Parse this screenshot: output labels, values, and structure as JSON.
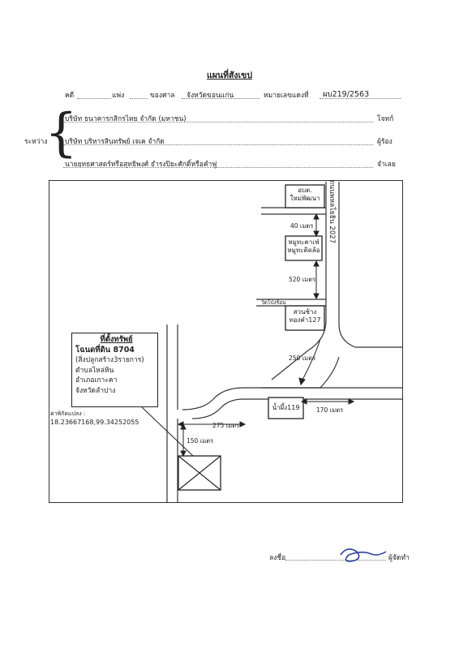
{
  "header": {
    "title": "แผนที่สังเขป",
    "case_label": "คดี",
    "party_label": "แพ่ง",
    "court_label": "ของศาล",
    "court_name": "จังหวัดขอนแก่น",
    "case_no_label": "หมายเลขแดงที่",
    "case_no": "ผบ219/2563"
  },
  "parties": {
    "between_label": "ระหว่าง",
    "plaintiff_1": "บริษัท ธนาคารกสิกรไทย จำกัด (มหาชน)",
    "plaintiff_1_role": "โจทก์",
    "plaintiff_2": "บริษัท บริหารสินทรัพย์ เจเค จำกัด",
    "plaintiff_2_role": "ผู้ร้อง",
    "defendant": "นายยุทธศาสตร์หรือสุทธิพงศ์ ธำรงปิยะศักดิ์หรือคำฟู",
    "defendant_role": "จำเลย"
  },
  "map": {
    "road_label": "ถนนพหลโยธิน 2027",
    "places": {
      "sub_district_office_1": "อบต.",
      "sub_district_office_2": "ใหม่พัฒนา",
      "village_1": "หมูทะคาเฟ่",
      "village_2": "หมูทะติดล้อ",
      "temple": "วัดโป่งร้อน",
      "school_1": "สวนช้าง",
      "school_2": "ทองคำ127",
      "shop": "น้ำผึ้ง119"
    },
    "distances": {
      "d40": "40 เมตร",
      "d520": "520 เมตร",
      "d250": "250 เมตร",
      "d170": "170 เมตร",
      "d275": "275 เมตร",
      "d150": "150 เมตร"
    },
    "property": {
      "heading": "ที่ตั้งทรัพย์",
      "line1": "โฉนดที่ดิน 8704",
      "line2": "(สิ่งปลูกสร้าง3รายการ)",
      "line3": "ตำบลไหล่หิน",
      "line4": "อำเภอเกาะคา",
      "line5": "จังหวัดลำปาง"
    },
    "coords_label": "ค่าพิกัดแปลง :",
    "coords_value": "18.23667168,99.34252055"
  },
  "footer": {
    "sign_label": "ลงชื่อ",
    "role": "ผู้จัดทำ"
  }
}
